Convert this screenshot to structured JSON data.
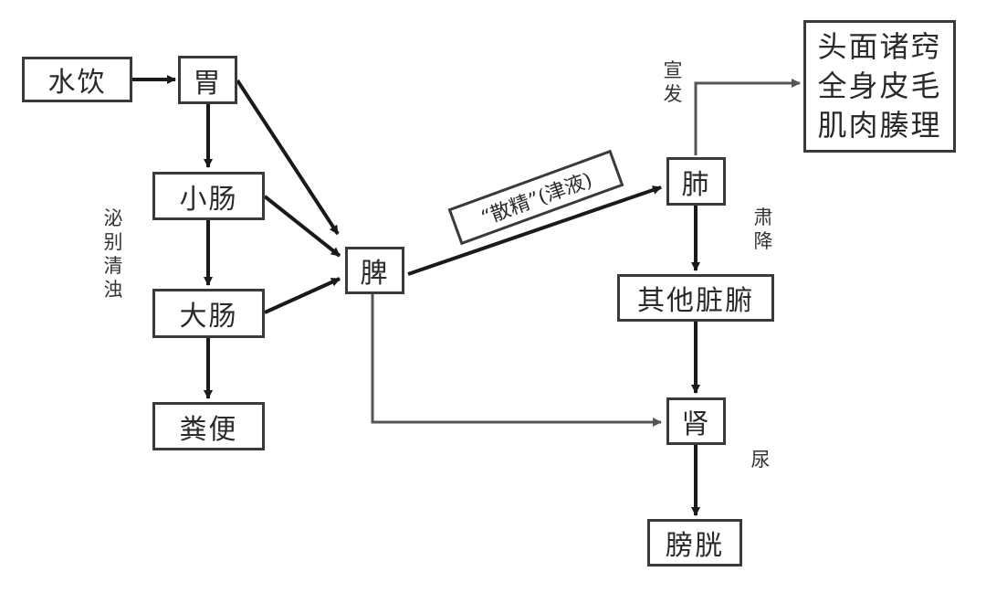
{
  "nodes": {
    "shuiyin": "水饮",
    "wei": "胃",
    "xiaochang": "小肠",
    "dachang": "大肠",
    "fenbian": "粪便",
    "pi": "脾",
    "fei": "肺",
    "qita": "其他脏腑",
    "shen": "肾",
    "pangguang": "膀胱",
    "toumian": [
      "头面诸窍",
      "全身皮毛",
      "肌肉腠理"
    ]
  },
  "labels": {
    "mibie": "泌别清浊",
    "xuanfa": "宣发",
    "sujiang": "肃降",
    "niao": "尿",
    "sanjing": "“散精”(津液)"
  },
  "colors": {
    "line": "#1a1a1a",
    "box_border": "#3a3a3a",
    "text": "#2a2a2a"
  }
}
